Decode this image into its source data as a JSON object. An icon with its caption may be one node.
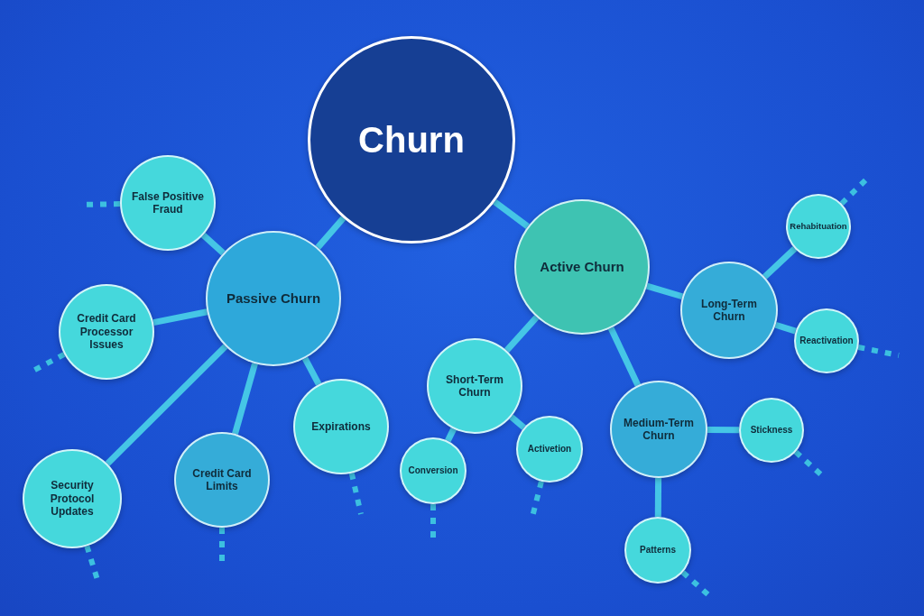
{
  "diagram": {
    "nodes": [
      {
        "text": [
          "Churn"
        ]
      },
      {
        "text": [
          "Passive Churn"
        ]
      },
      {
        "text": [
          "Active Churn"
        ]
      },
      {
        "text": [
          "False Positive Fraud"
        ]
      },
      {
        "text": [
          "Credit Card Processor Issues"
        ]
      },
      {
        "text": [
          "Security Protocol Updates"
        ]
      },
      {
        "text": [
          "Credit Card Limits"
        ]
      },
      {
        "text": [
          "Expirations"
        ]
      },
      {
        "text": [
          "Short-Term Churn"
        ]
      },
      {
        "text": [
          "Conversion"
        ]
      },
      {
        "text": [
          "Activetion"
        ]
      },
      {
        "text": [
          "Medium-Term Churn"
        ]
      },
      {
        "text": [
          "Stickness"
        ]
      },
      {
        "text": [
          "Patterns"
        ]
      },
      {
        "text": [
          "Long-Term Churn"
        ]
      },
      {
        "text": [
          "Rehabituation"
        ]
      },
      {
        "text": [
          "Reactivation"
        ]
      }
    ],
    "edges": [
      {
        "from": 0,
        "to": 1,
        "arrow": "none"
      },
      {
        "from": 0,
        "to": 2,
        "arrow": "none"
      },
      {
        "from": 1,
        "to": 3,
        "arrow": "none"
      },
      {
        "from": 1,
        "to": 4,
        "arrow": "none"
      },
      {
        "from": 1,
        "to": 5,
        "arrow": "none"
      },
      {
        "from": 1,
        "to": 6,
        "arrow": "none"
      },
      {
        "from": 1,
        "to": 7,
        "arrow": "none"
      },
      {
        "from": 2,
        "to": 8,
        "arrow": "none"
      },
      {
        "from": 2,
        "to": 11,
        "arrow": "none"
      },
      {
        "from": 2,
        "to": 14,
        "arrow": "none"
      },
      {
        "from": 8,
        "to": 9,
        "arrow": "none"
      },
      {
        "from": 8,
        "to": 10,
        "arrow": "none"
      },
      {
        "from": 11,
        "to": 12,
        "arrow": "none"
      },
      {
        "from": 11,
        "to": 13,
        "arrow": "none"
      },
      {
        "from": 14,
        "to": 15,
        "arrow": "none"
      },
      {
        "from": 14,
        "to": 16,
        "arrow": "none"
      },
      {
        "from": 3,
        "to": null,
        "arrow": "none",
        "style": "dashed"
      },
      {
        "from": 4,
        "to": null,
        "arrow": "none",
        "style": "dashed"
      },
      {
        "from": 5,
        "to": null,
        "arrow": "none",
        "style": "dashed"
      },
      {
        "from": 6,
        "to": null,
        "arrow": "none",
        "style": "dashed"
      },
      {
        "from": 7,
        "to": null,
        "arrow": "none",
        "style": "dashed"
      },
      {
        "from": 9,
        "to": null,
        "arrow": "none",
        "style": "dashed"
      },
      {
        "from": 10,
        "to": null,
        "arrow": "none",
        "style": "dashed"
      },
      {
        "from": 12,
        "to": null,
        "arrow": "none",
        "style": "dashed"
      },
      {
        "from": 13,
        "to": null,
        "arrow": "none",
        "style": "dashed"
      },
      {
        "from": 15,
        "to": null,
        "arrow": "none",
        "style": "dashed"
      },
      {
        "from": 16,
        "to": null,
        "arrow": "none",
        "style": "dashed"
      }
    ]
  }
}
